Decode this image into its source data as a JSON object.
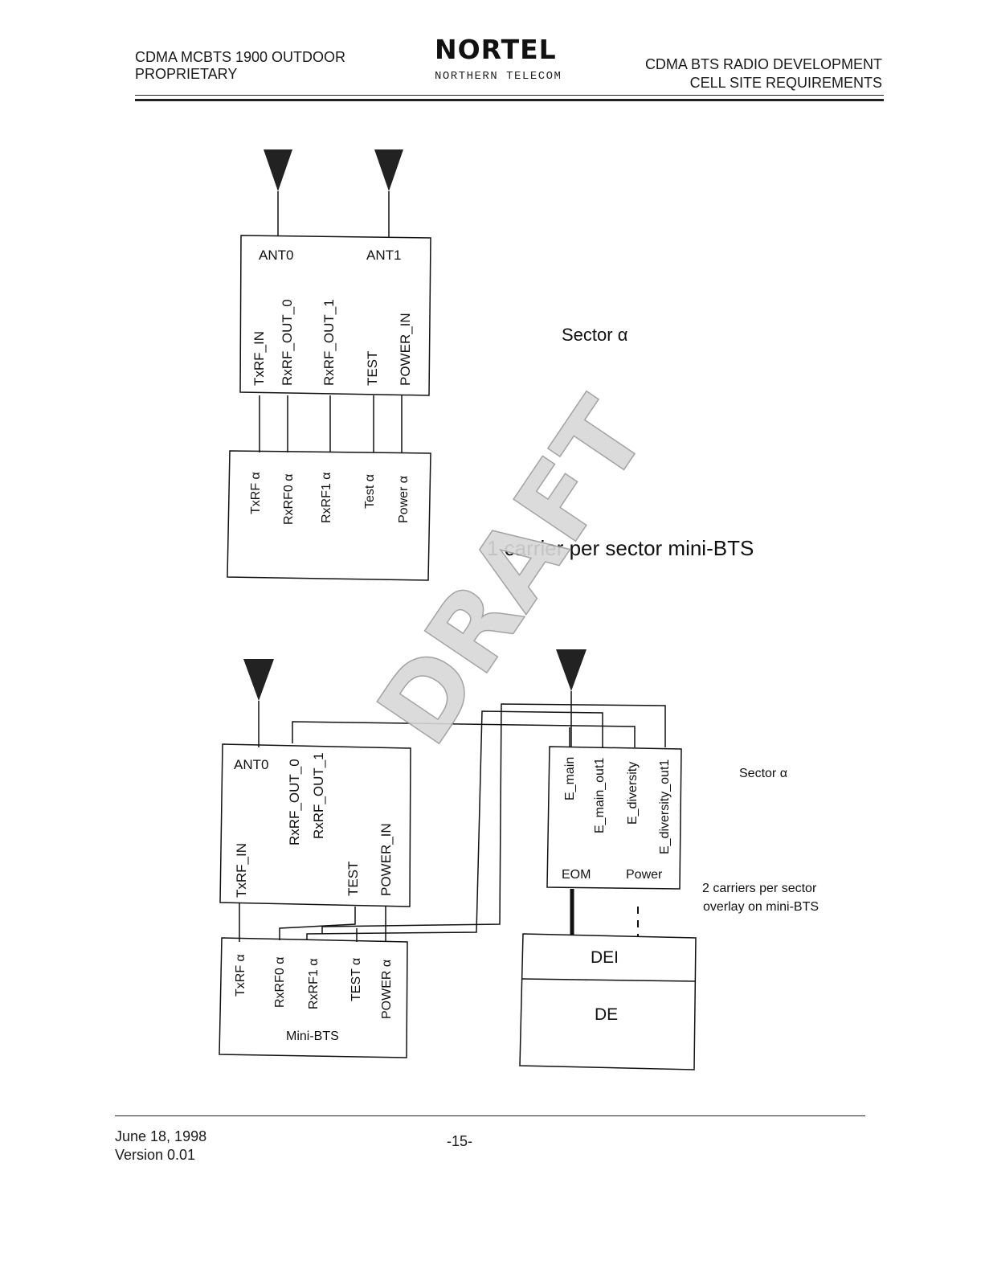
{
  "header": {
    "left_line1": "CDMA MCBTS 1900 OUTDOOR",
    "left_line2": "PROPRIETARY",
    "logo_text": "NORTEL",
    "logo_subtitle": "NORTHERN TELECOM",
    "right_line1": "CDMA BTS RADIO DEVELOPMENT",
    "right_line2": "CELL SITE REQUIREMENTS"
  },
  "diagram1": {
    "box_labels": [
      "ANT0",
      "ANT1"
    ],
    "ports": [
      "TxRF_IN",
      "RxRF_OUT_0",
      "RxRF_OUT_1",
      "TEST",
      "POWER_IN"
    ],
    "bts_ports": [
      "TxRF α",
      "RxRF0 α",
      "RxRF1 α",
      "Test α",
      "Power α"
    ],
    "sector_label": "Sector α",
    "caption": "1 carrier per sector mini-BTS"
  },
  "diagram2": {
    "box_label": "ANT0",
    "ports": [
      "TxRF_IN",
      "RxRF_OUT_0",
      "RxRF_OUT_1",
      "TEST",
      "POWER_IN"
    ],
    "bts_ports": [
      "TxRF α",
      "RxRF0 α",
      "RxRF1 α",
      "TEST α",
      "POWER α"
    ],
    "bts_label": "Mini-BTS",
    "eom_ports": [
      "E_main",
      "E_main_out1",
      "E_diversity",
      "E_diversity_out1"
    ],
    "eom_label": "EOM",
    "power_label": "Power",
    "sector_label": "Sector α",
    "note_line1": "2 carriers per sector",
    "note_line2": "overlay on mini-BTS",
    "dei_label": "DEI",
    "de_label": "DE"
  },
  "watermark": "DRAFT",
  "footer": {
    "date": "June 18, 1998",
    "version": "Version 0.01",
    "page": "-15-"
  }
}
